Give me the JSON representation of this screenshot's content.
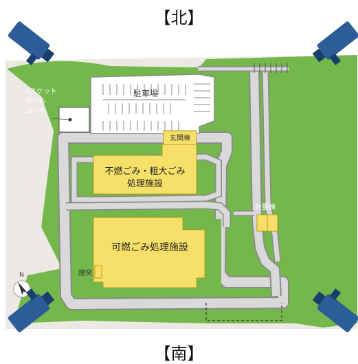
{
  "directions": {
    "north": "【北】",
    "south": "【南】"
  },
  "compass": {
    "letter": "N"
  },
  "labels": {
    "parking": "駐車場",
    "basketball": [
      "バスケット",
      "ボール",
      "コート"
    ],
    "entrance": "玄関棟",
    "noncombustible": [
      "不燃ごみ・粗大ごみ",
      "処理施設"
    ],
    "combustible": "可燃ごみ処理施設",
    "chimney": "煙突",
    "weighing": "計量棟"
  },
  "colors": {
    "lawn": "#74b74a",
    "lawn_dark": "#5ea83a",
    "ground": "#ece9e4",
    "road": "#d9d9d9",
    "road_edge": "#8a8a8a",
    "building": "#f7e06a",
    "building_edge": "#b79a17",
    "camera": "#2c5d96",
    "camera_dark": "#1a3f6c"
  },
  "icons": {
    "camera": "surveillance-camera-icon",
    "compass": "compass-north-icon"
  }
}
